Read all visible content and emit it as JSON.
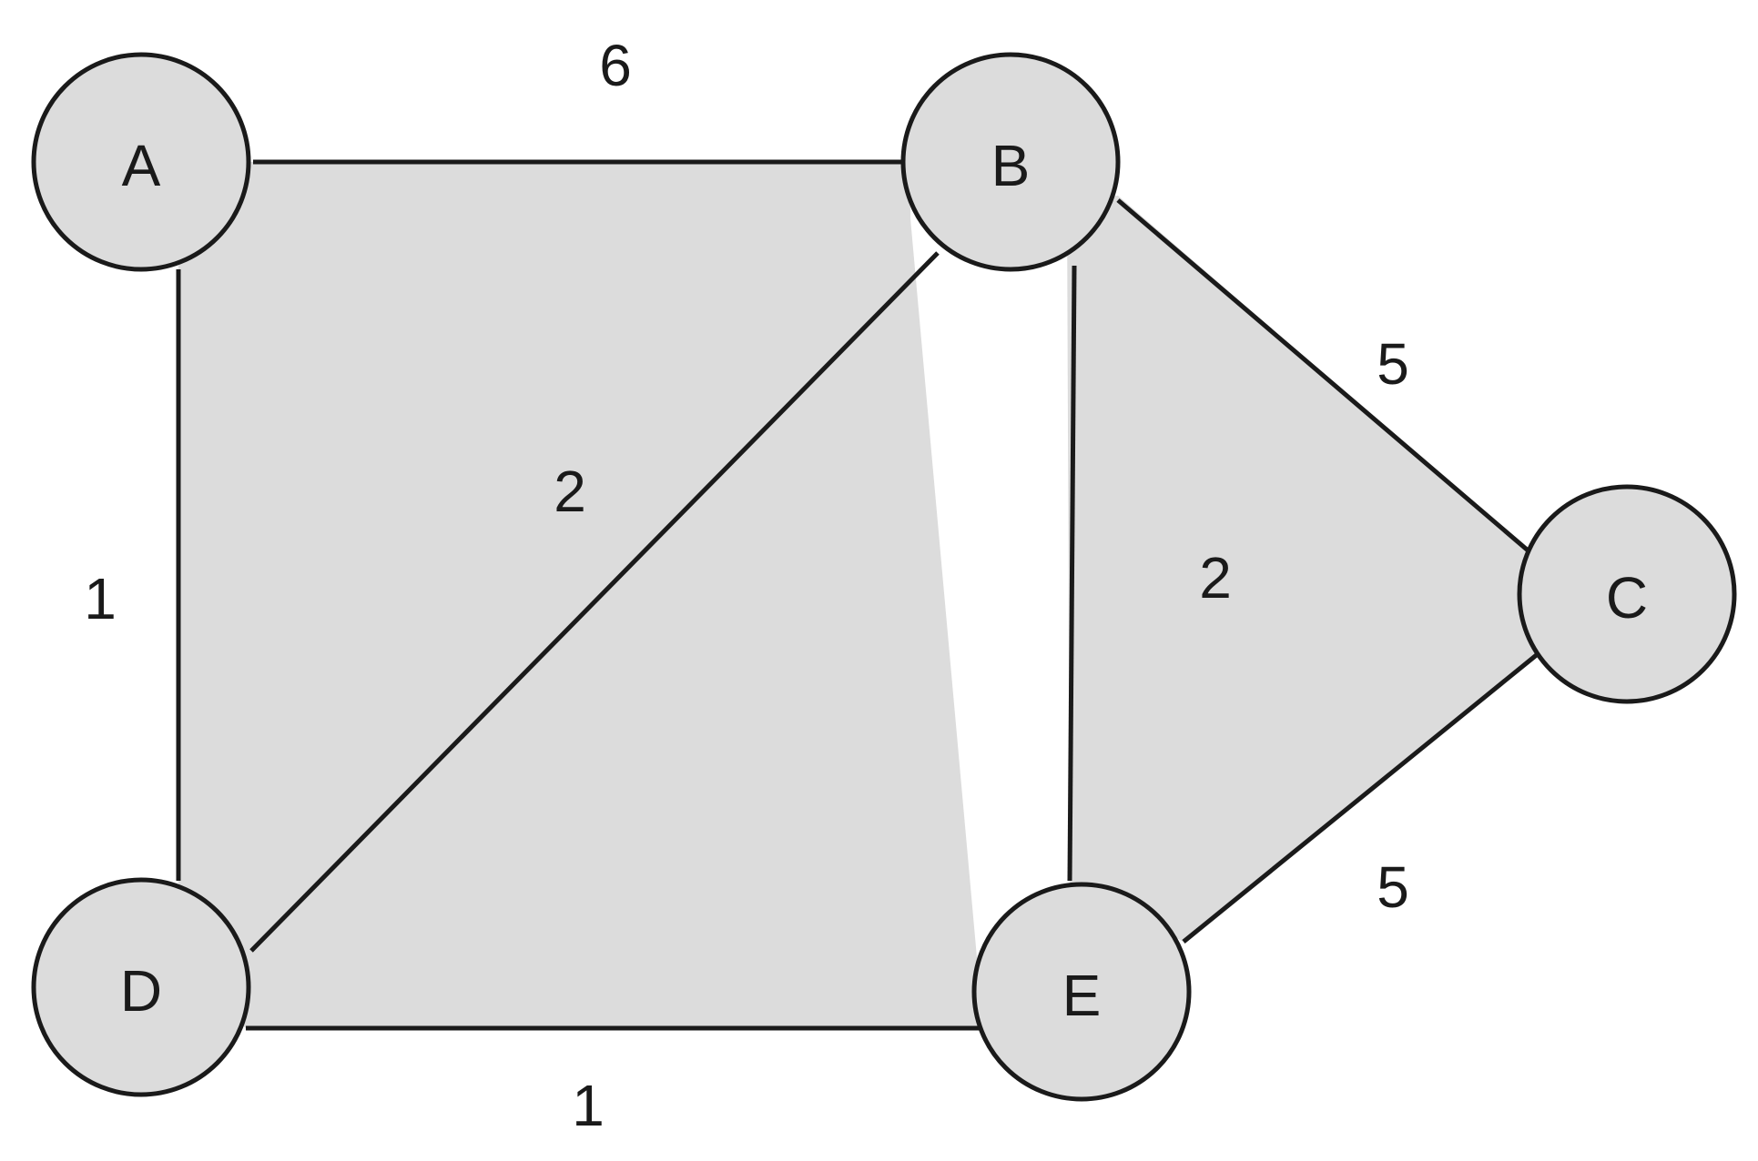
{
  "colors": {
    "fill": "#dcdcdc",
    "stroke": "#1a1a1a",
    "background": "#ffffff"
  },
  "nodes": [
    {
      "id": "A",
      "label": "A"
    },
    {
      "id": "B",
      "label": "B"
    },
    {
      "id": "C",
      "label": "C"
    },
    {
      "id": "D",
      "label": "D"
    },
    {
      "id": "E",
      "label": "E"
    }
  ],
  "edges": [
    {
      "from": "A",
      "to": "B",
      "weight": "6"
    },
    {
      "from": "A",
      "to": "D",
      "weight": "1"
    },
    {
      "from": "B",
      "to": "D",
      "weight": "2"
    },
    {
      "from": "B",
      "to": "E",
      "weight": "2"
    },
    {
      "from": "B",
      "to": "C",
      "weight": "5"
    },
    {
      "from": "E",
      "to": "C",
      "weight": "5"
    },
    {
      "from": "D",
      "to": "E",
      "weight": "1"
    }
  ]
}
